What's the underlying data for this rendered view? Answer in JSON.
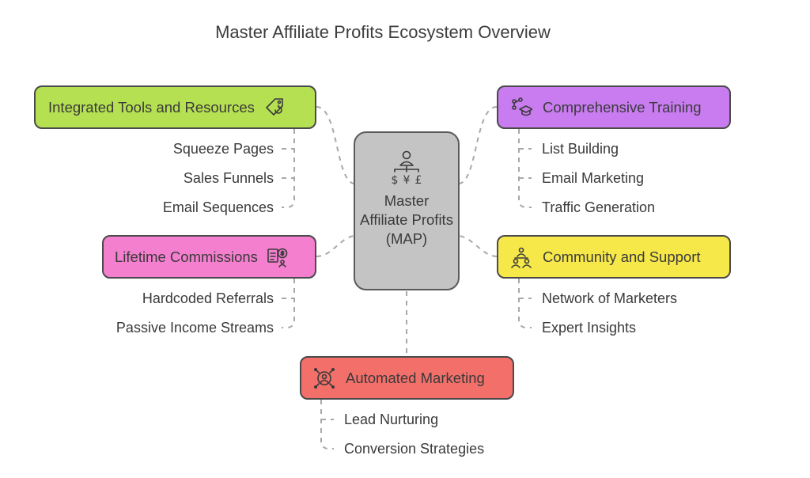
{
  "title": "Master Affiliate Profits Ecosystem Overview",
  "center": {
    "label": "Master Affiliate Profits (MAP)",
    "icon": "person-currency-icon",
    "color": "#c4c4c4"
  },
  "branches": {
    "tools": {
      "label": "Integrated Tools and Resources",
      "icon": "tag-refresh-icon",
      "color": "#b5e051",
      "items": [
        "Squeeze Pages",
        "Sales Funnels",
        "Email Sequences"
      ]
    },
    "training": {
      "label": "Comprehensive Training",
      "icon": "graduation-network-icon",
      "color": "#c97cf0",
      "items": [
        "List Building",
        "Email Marketing",
        "Traffic Generation"
      ]
    },
    "commissions": {
      "label": "Lifetime Commissions",
      "icon": "money-report-icon",
      "color": "#f47fcf",
      "items": [
        "Hardcoded Referrals",
        "Passive Income Streams"
      ]
    },
    "community": {
      "label": "Community and Support",
      "icon": "team-meeting-icon",
      "color": "#f7e84a",
      "items": [
        "Network of Marketers",
        "Expert Insights"
      ]
    },
    "automation": {
      "label": "Automated Marketing",
      "icon": "target-user-icon",
      "color": "#f36f6a",
      "items": [
        "Lead Nurturing",
        "Conversion Strategies"
      ]
    }
  }
}
